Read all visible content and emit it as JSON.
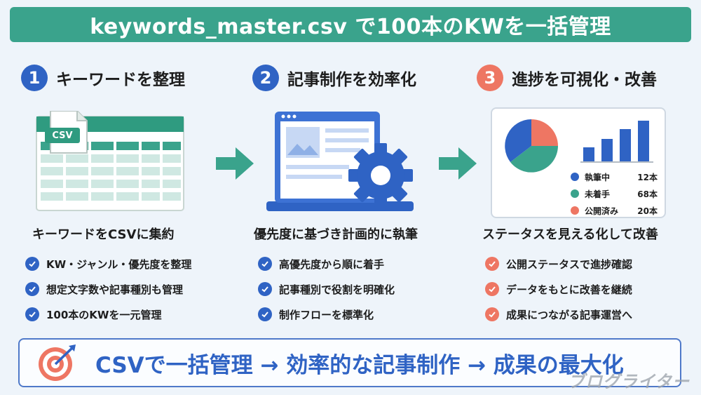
{
  "title": "keywords_master.csv で100本のKWを一括管理",
  "steps": [
    {
      "number": "1",
      "heading": "キーワードを整理",
      "subheading": "キーワードをCSVに集約",
      "items": [
        "KW・ジャンル・優先度を整理",
        "想定文字数や記事種別も管理",
        "100本のKWを一元管理"
      ]
    },
    {
      "number": "2",
      "heading": "記事制作を効率化",
      "subheading": "優先度に基づき計画的に執筆",
      "items": [
        "高優先度から順に着手",
        "記事種別で役割を明確化",
        "制作フローを標準化"
      ]
    },
    {
      "number": "3",
      "heading": "進捗を可視化・改善",
      "subheading": "ステータスを見える化して改善",
      "items": [
        "公開ステータスで進捗確認",
        "データをもとに改善を継続",
        "成果につながる記事運営へ"
      ]
    }
  ],
  "csv_icon_label": "CSV",
  "legend": [
    {
      "label": "執筆中",
      "value": "12本",
      "color": "#2f63c4"
    },
    {
      "label": "未着手",
      "value": "68本",
      "color": "#3aa38c"
    },
    {
      "label": "公開済み",
      "value": "20本",
      "color": "#ee7663"
    }
  ],
  "colors": {
    "accent_green": "#3aa38c",
    "accent_blue": "#2f63c4",
    "accent_red": "#ee7663"
  },
  "footer": "CSVで一括管理 → 効率的な記事制作 → 成果の最大化",
  "watermark": "ブログライター"
}
